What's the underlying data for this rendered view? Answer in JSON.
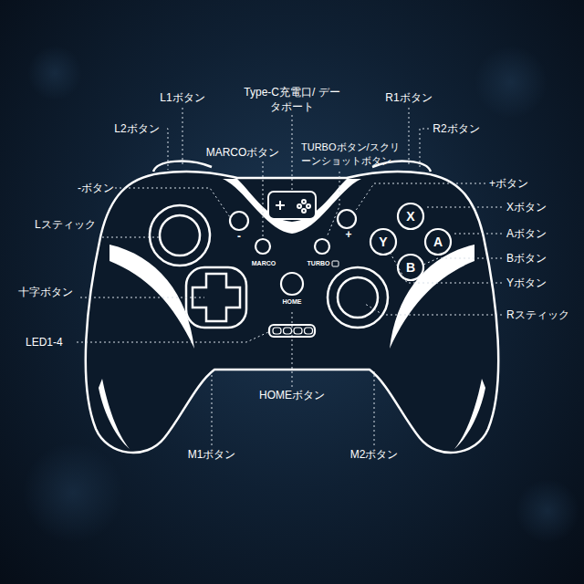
{
  "diagram": {
    "labels": [
      "L1ボタン",
      "Type-C充電口/ データポート",
      "R1ボタン",
      "L2ボタン",
      "R2ボタン",
      "MARCOボタン",
      "TURBOボタン/スクリ ーンショットボタン",
      "-ボタン",
      "+ボタン",
      "Xボタン",
      "Lスティック",
      "Aボタン",
      "Bボタン",
      "Yボタン",
      "十字ボタン",
      "Rスティック",
      "LED1-4",
      "HOMEボタン",
      "M1ボタン",
      "M2ボタン",
      "X",
      "Y",
      "A",
      "B",
      "-",
      "+",
      "MARCO",
      "TURBO",
      "HOME"
    ]
  }
}
